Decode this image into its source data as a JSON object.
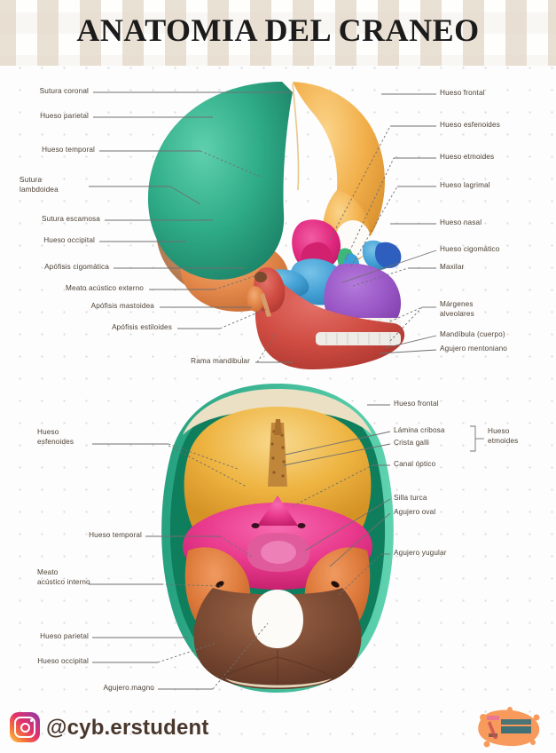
{
  "banner": {
    "title": "ANATOMIA DEL CRANEO"
  },
  "figures": {
    "lateral": {
      "name": "lateral-skull-view",
      "labels_left": [
        {
          "id": "sutura-coronal",
          "text": "Sutura coronal"
        },
        {
          "id": "hueso-parietal",
          "text": "Hueso parietal"
        },
        {
          "id": "hueso-temporal",
          "text": "Hueso temporal"
        },
        {
          "id": "sutura-lambdoidea",
          "text": "Sutura\nlambdoidea"
        },
        {
          "id": "sutura-escamosa",
          "text": "Sutura escamosa"
        },
        {
          "id": "hueso-occipital",
          "text": "Hueso occipital"
        },
        {
          "id": "apofisis-cigomatica",
          "text": "Apófisis cigomática"
        },
        {
          "id": "meato-acustico-externo",
          "text": "Meato acústico externo"
        },
        {
          "id": "apofisis-mastoidea",
          "text": "Apófisis mastoidea"
        },
        {
          "id": "apofisis-estiloides",
          "text": "Apófisis estiloides"
        },
        {
          "id": "rama-mandibular",
          "text": "Rama mandibular"
        }
      ],
      "labels_right": [
        {
          "id": "hueso-frontal",
          "text": "Hueso frontal"
        },
        {
          "id": "hueso-esfenoides",
          "text": "Hueso esfenoides"
        },
        {
          "id": "hueso-etmoides",
          "text": "Hueso etmoides"
        },
        {
          "id": "hueso-lagrimal",
          "text": "Hueso lagrimal"
        },
        {
          "id": "hueso-nasal",
          "text": "Hueso nasal"
        },
        {
          "id": "hueso-cigomatico",
          "text": "Hueso cigomático"
        },
        {
          "id": "maxilar",
          "text": "Maxilar"
        },
        {
          "id": "margenes-alveolares",
          "text": "Márgenes\nalveolares"
        },
        {
          "id": "mandibula-cuerpo",
          "text": "Mandíbula (cuerpo)"
        },
        {
          "id": "agujero-mentoniano",
          "text": "Agujero mentoniano"
        }
      ]
    },
    "base": {
      "name": "cranial-base-superior-view",
      "labels_left": [
        {
          "id": "hueso-esfenoides-base",
          "text": "Hueso\nesfenoides"
        },
        {
          "id": "hueso-temporal-base",
          "text": "Hueso temporal"
        },
        {
          "id": "meato-acustico-interno",
          "text": "Meato\nacústico interno"
        },
        {
          "id": "hueso-parietal-base",
          "text": "Hueso parietal"
        },
        {
          "id": "hueso-occipital-base",
          "text": "Hueso occipital"
        },
        {
          "id": "agujero-magno",
          "text": "Agujero magno"
        }
      ],
      "labels_right": [
        {
          "id": "hueso-frontal-base",
          "text": "Hueso frontal"
        },
        {
          "id": "lamina-cribosa",
          "text": "Lámina cribosa"
        },
        {
          "id": "crista-galli",
          "text": "Crista galli"
        },
        {
          "id": "hueso-etmoides-base",
          "text": "Hueso\netmoides"
        },
        {
          "id": "canal-optico",
          "text": "Canal óptico"
        },
        {
          "id": "silla-turca",
          "text": "Silla turca"
        },
        {
          "id": "agujero-oval",
          "text": "Agujero oval"
        },
        {
          "id": "agujero-yugular",
          "text": "Agujero yugular"
        }
      ]
    }
  },
  "footer": {
    "instagram_icon": "instagram-icon",
    "handle": "@cyb.erstudent"
  },
  "colors": {
    "parietal_green": "#2ba888",
    "frontal_yellow": "#f0ad42",
    "temporal_orange": "#e08b4a",
    "occipital_brown": "#b6764d",
    "sphenoid_magenta": "#e0277f",
    "ethmoid_green": "#3cb878",
    "lacrimal_blue": "#3aa0d8",
    "nasal_blue": "#2f5fbe",
    "zygomatic_blue": "#49a5d6",
    "maxilla_purple": "#9b59c8",
    "mandible_red": "#d1473f",
    "teeth_white": "#f4f2ee",
    "base_yellow": "#eeb13d",
    "base_pink": "#ea3b8a",
    "base_brown": "#7b4a33",
    "label_text": "#4c4034",
    "leader_line": "#6f6f6f",
    "banner_bg": "#f4efe7",
    "title_text": "#1b1b1b",
    "handle_text": "#4a372c"
  }
}
